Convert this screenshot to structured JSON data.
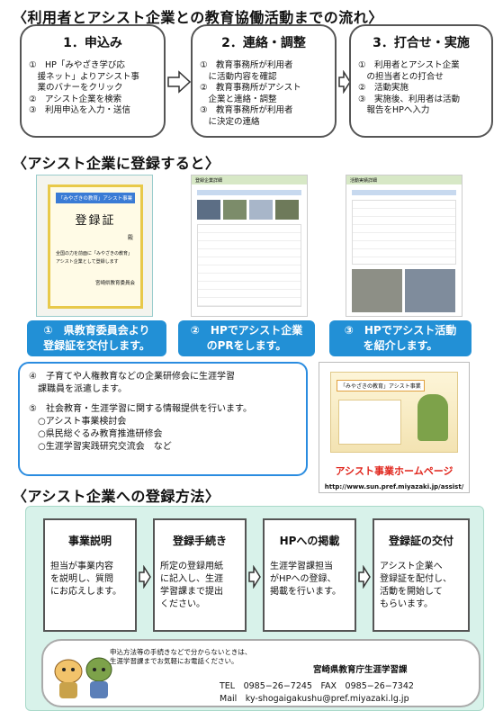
{
  "flow": {
    "heading": "〈利用者とアシスト企業との教育協働活動までの流れ〉",
    "steps": [
      {
        "title": "1．申込み",
        "lines": "①　HP「みやざき学び応\n　援ネット」よりアシスト事\n　業のバナーをクリック\n②　アシスト企業を検索\n③　利用申込を入力・送信"
      },
      {
        "title": "2．連絡・調整",
        "lines": "①　教育事務所が利用者\n　に活動内容を確認\n②　教育事務所がアシスト\n　企業と連絡・調整\n③　教育事務所が利用者\n　に決定の連絡"
      },
      {
        "title": "3．打合せ・実施",
        "lines": "①　利用者とアシスト企業\n　の担当者との打合せ\n②　活動実施\n③　実施後、利用者は活動\n　報告をHPへ入力"
      }
    ]
  },
  "benefits": {
    "heading": "〈アシスト企業に登録すると〉",
    "cert": {
      "banner": "「みやざきの教育」アシスト事業",
      "title": "登録証",
      "lines": "全国の力を前面に「みやざきの教育」\nアシスト企業として登録します",
      "suffix": "殿",
      "issuer": "宮崎県教育委員会"
    },
    "page1_header": "登録企業詳細",
    "page2_header": "活動実績詳細",
    "captions": [
      "①　県教育委員会より\n登録証を交付します。",
      "②　HPでアシスト企業\nのPRをします。",
      "③　HPでアシスト活動\nを紹介します。"
    ],
    "info": {
      "item4": "④　子育てや人権教育などの企業研修会に生涯学習\n　課職員を派遣します。",
      "item5": "⑤　社会教育・生涯学習に関する情報提供を行います。",
      "sub": "　○アシスト事業検討会\n　○県民総ぐるみ教育推進研修会\n　○生涯学習実践研究交流会　など"
    },
    "hp": {
      "banner": "「みやざきの教育」アシスト事業",
      "label": "アシスト事業ホームページ",
      "url": "http://www.sun.pref.miyazaki.jp/assist/"
    }
  },
  "register": {
    "heading": "〈アシスト企業への登録方法〉",
    "steps": [
      {
        "title": "事業説明",
        "lines": "担当が事業内容\nを説明し、質問\nにお応えします。"
      },
      {
        "title": "登録手続き",
        "lines": "所定の登録用紙\nに記入し、生涯\n学習課まで提出\nください。"
      },
      {
        "title": "HPへの掲載",
        "lines": "生涯学習課担当\nがHPへの登録、\n掲載を行います。"
      },
      {
        "title": "登録証の交付",
        "lines": "アシスト企業へ\n登録証を配付し、\n活動を開始して\nもらいます。"
      }
    ],
    "contact": {
      "note1": "申込方法等の手続きなどで分からないときは、",
      "note2": "生涯学習課までお気軽にお電話ください。",
      "office": "宮崎県教育庁生涯学習課",
      "tel": "TEL　0985−26−7245　FAX　0985−26−7342",
      "mail": "Mail　ky-shogaigakushu@pref.miyazaki.lg.jp"
    }
  },
  "colors": {
    "accent": "#2290d6",
    "mint": "#d8f2ea",
    "red": "#e0241b"
  }
}
